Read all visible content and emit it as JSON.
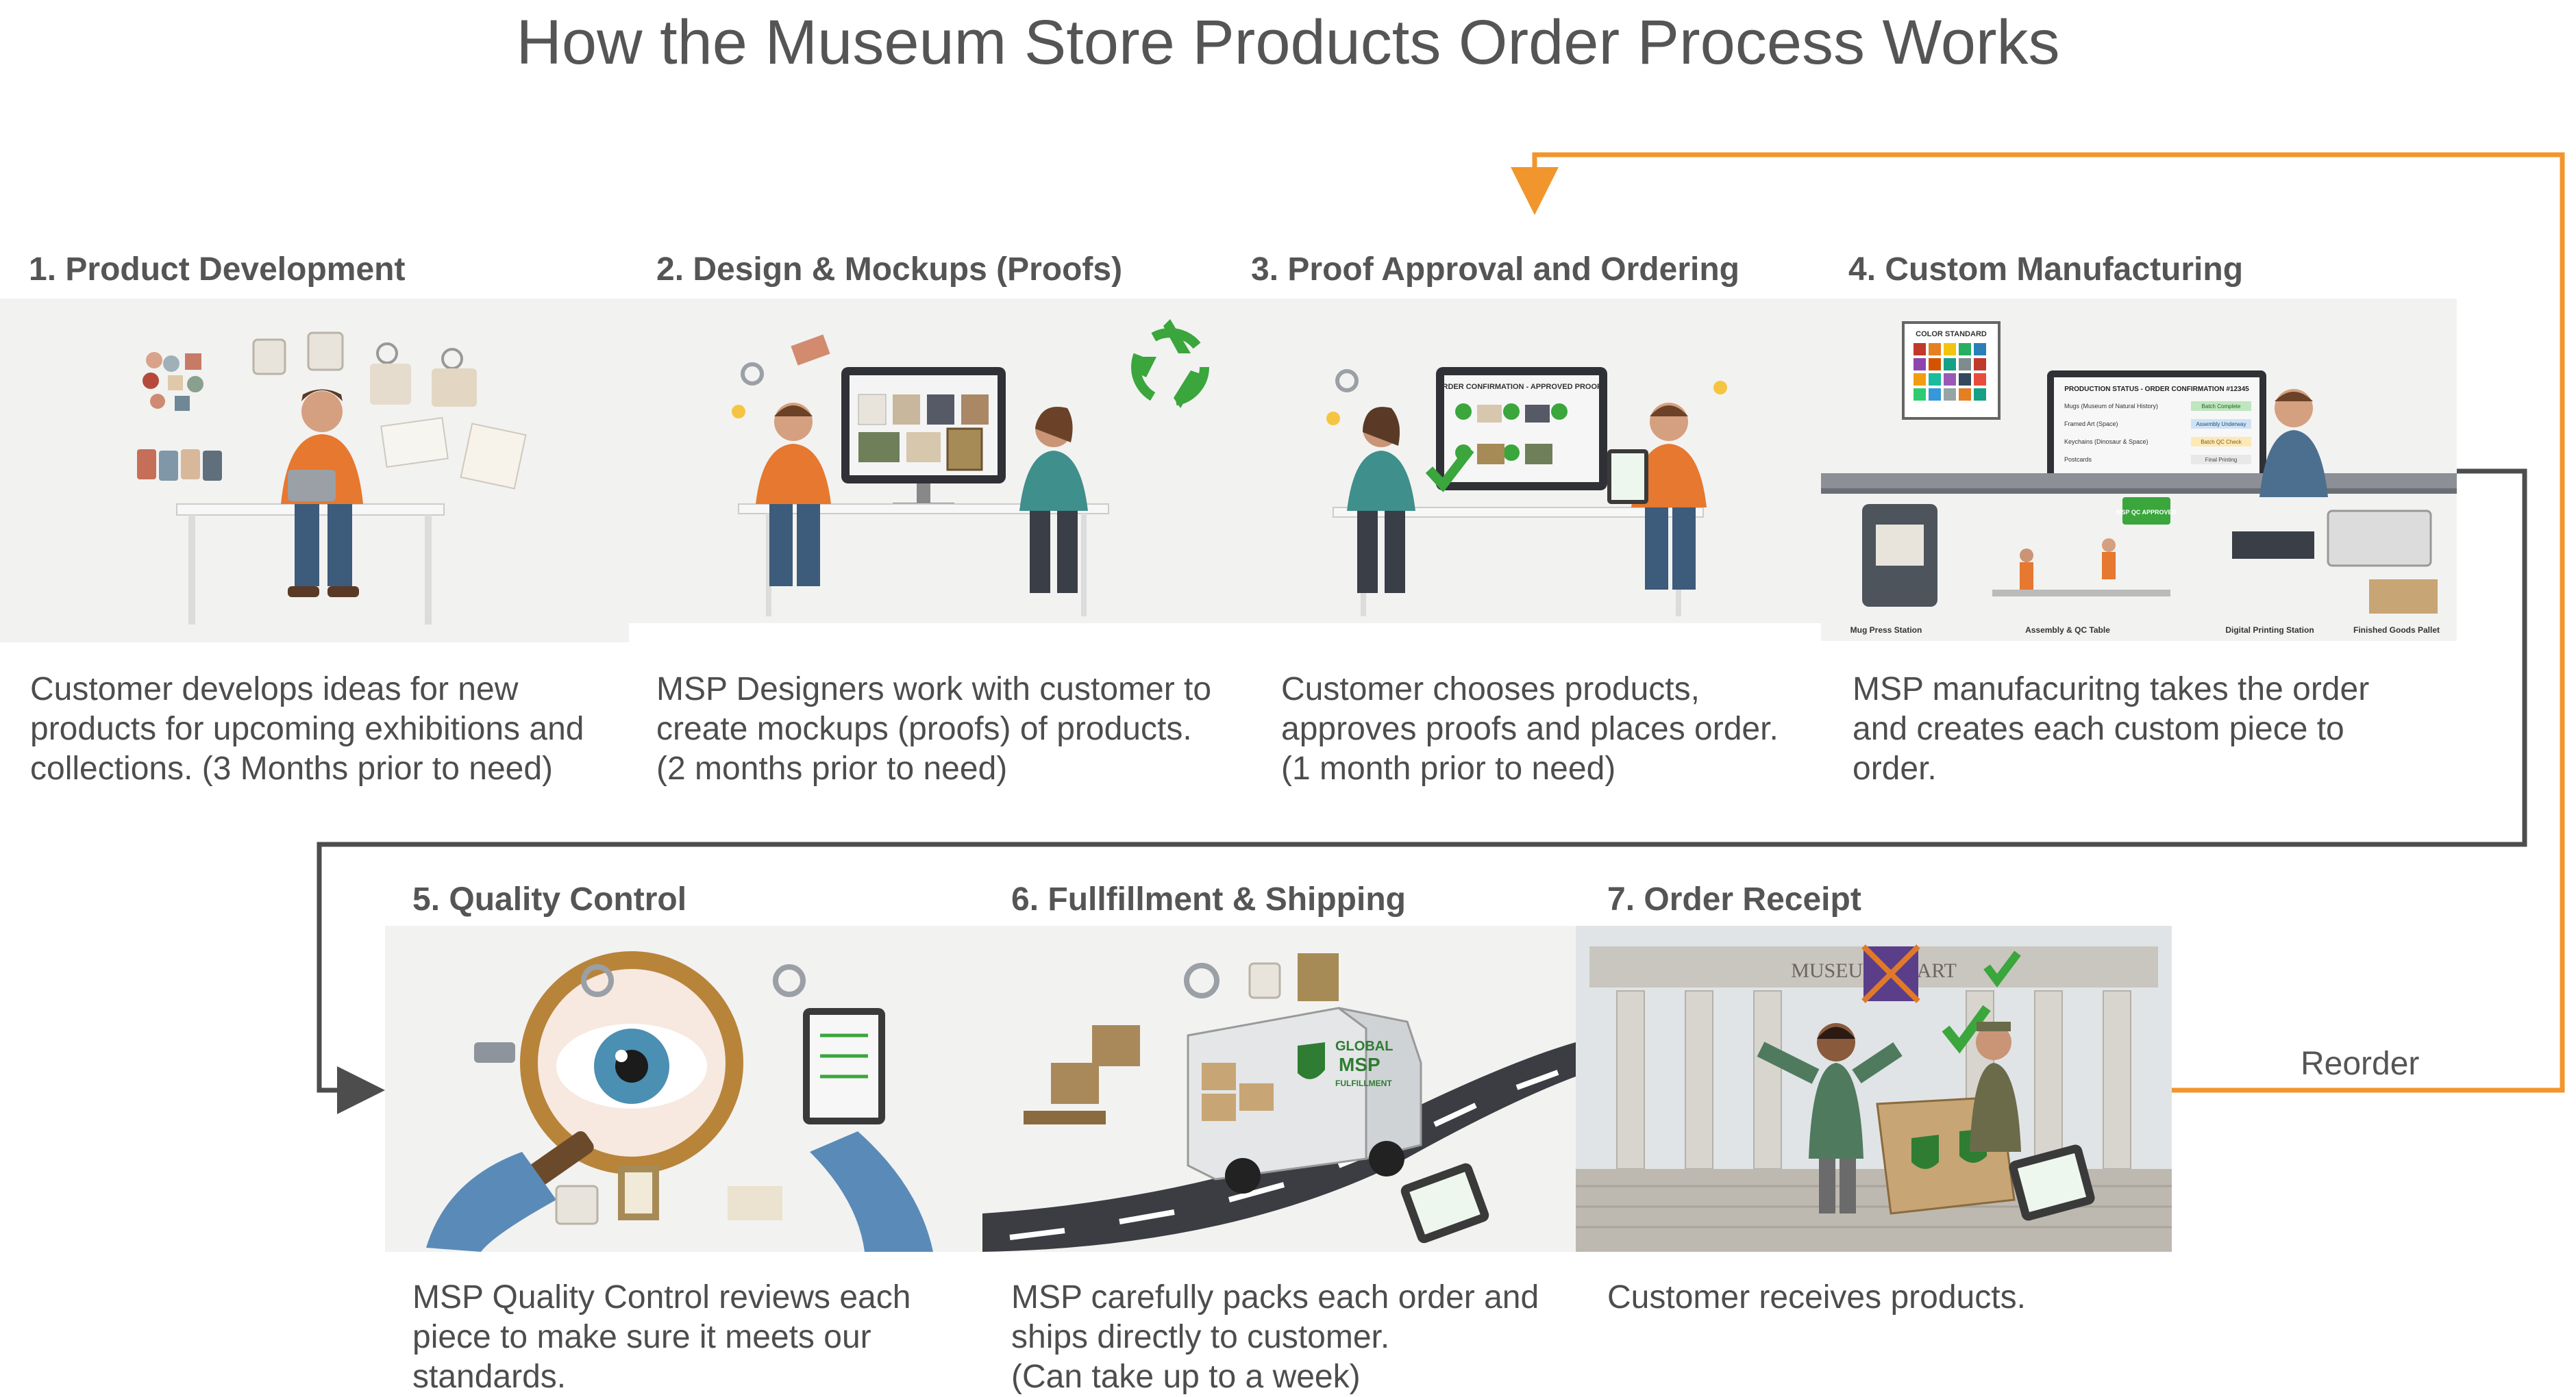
{
  "title": "How the Museum Store Products Order Process Works",
  "steps": [
    {
      "title": "1. Product Development",
      "description": [
        "Customer develops ideas for new",
        "products for upcoming exhibitions and",
        "collections. (3 Months prior to need)"
      ],
      "illustration": "designer-at-desk-with-product-ideas"
    },
    {
      "title": "2. Design & Mockups (Proofs)",
      "description": [
        "MSP Designers work with customer to",
        "create mockups (proofs) of products.",
        "(2 months prior to need)"
      ],
      "illustration": "designer-and-customer-reviewing-mockups"
    },
    {
      "title": "3. Proof Approval and Ordering",
      "description": [
        "Customer chooses products,",
        "approves proofs and places order.",
        "(1 month prior to need)"
      ],
      "illustration": "customer-approving-proofs",
      "screen_text": "ORDER CONFIRMATION - APPROVED PROOFS"
    },
    {
      "title": "4. Custom Manufacturing",
      "description": [
        "MSP manufacuritng takes the order",
        "and creates each custom piece to",
        "order."
      ],
      "illustration": "manufacturing-floor",
      "labels": {
        "color_standard": "COLOR STANDARD",
        "screen_title": "PRODUCTION STATUS - ORDER CONFIRMATION #12345",
        "rows": [
          "Mugs (Museum of Natural History)",
          "Framed Art (Space)",
          "Keychains (Dinosaur & Space)",
          "Postcards"
        ],
        "statuses": [
          "Batch Complete",
          "Assembly Underway",
          "Batch QC Check",
          "Final Printing"
        ],
        "stations": [
          "Mug Press Station",
          "Assembly & QC Table",
          "Digital Printing Station",
          "Finished Goods Pallet"
        ],
        "badge": "MSP QC APPROVED"
      }
    },
    {
      "title": "5. Quality Control",
      "description": [
        "MSP Quality Control reviews each",
        "piece to make sure it meets our",
        "standards."
      ],
      "illustration": "magnifying-glass-inspection"
    },
    {
      "title": "6. Fullfillment & Shipping",
      "description": [
        "MSP carefully packs each order and",
        "ships directly to customer.",
        "(Can take up to a week)"
      ],
      "illustration": "delivery-truck-on-road",
      "truck_text": [
        "GLOBAL",
        "MSP",
        "FULFILLMENT"
      ]
    },
    {
      "title": "7. Order Receipt",
      "description": [
        "Customer receives products."
      ],
      "illustration": "customer-receiving-box-at-museum",
      "building_text": "MUSEUM OF ART"
    }
  ],
  "reorder_label": "Reorder",
  "colors": {
    "reorder_arrow": "#f0962d",
    "flow_arrow": "#4d4d4d",
    "title": "#555555"
  }
}
